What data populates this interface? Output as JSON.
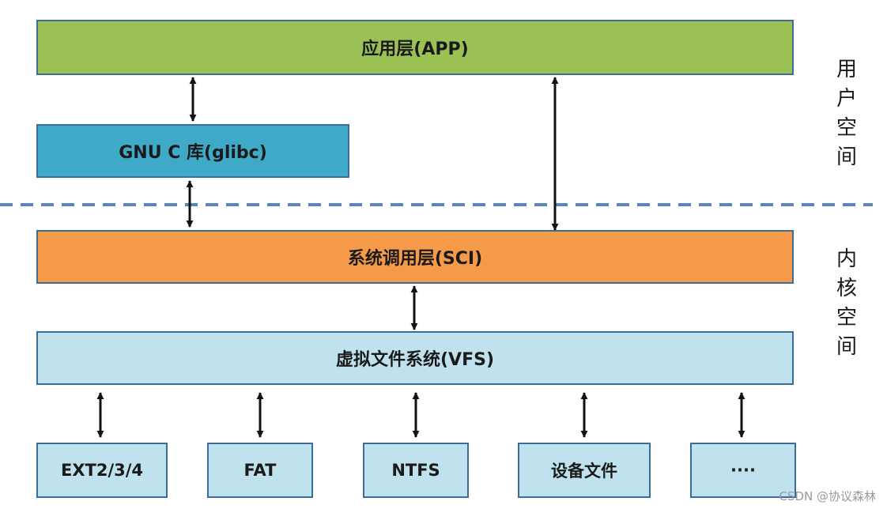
{
  "layers": {
    "app": "应用层(APP)",
    "glibc": "GNU C 库(glibc)",
    "sci": "系统调用层(SCI)",
    "vfs": "虚拟文件系统(VFS)"
  },
  "filesystems": [
    "EXT2/3/4",
    "FAT",
    "NTFS",
    "设备文件",
    "····"
  ],
  "side_labels": {
    "user_space": "用户空间",
    "kernel_space": "内核空间"
  },
  "watermark": "CSDN @协议森林",
  "colors": {
    "app": "#9bc155",
    "glibc": "#3fa9c8",
    "sci": "#f59a48",
    "vfs": "#bfe2ee",
    "border": "#3d6d96",
    "divider": "#5b84c4"
  }
}
